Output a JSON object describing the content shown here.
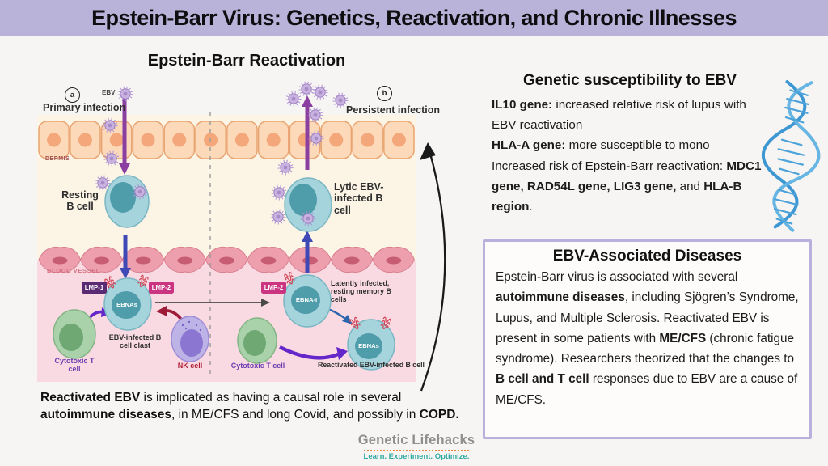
{
  "colors": {
    "banner_purple": "#b9b2d9",
    "box_border_purple": "#b9b1dc",
    "logo_gray": "#8e8e8e",
    "logo_teal": "#2fa8a2",
    "logo_orange": "#e8833a",
    "lmp1_badge": "#5a2a72",
    "lmp2_badge": "#cb3480",
    "t_cell_label": "#6b3fb0",
    "nk_label": "#b01e35",
    "vessel_label": "#d4707f",
    "dermis_label": "#a05252",
    "dna_blue": "#4da3d9"
  },
  "banner": {
    "title": "Epstein-Barr Virus: Genetics, Reactivation, and Chronic Illnesses"
  },
  "diagram": {
    "title": "Epstein-Barr Reactivation",
    "marker_a": "a",
    "marker_b": "b",
    "ebv_label": "EBV",
    "primary_infection": "Primary infection",
    "persistent_infection": "Persistent infection",
    "dermis": "DERMIS",
    "blood_vessel": "BLOOD VESSEL",
    "resting_b_cell": "Resting\nB cell",
    "lytic_b_cell": "Lytic EBV-\ninfected B\ncell",
    "lmp1": "LMP-1",
    "lmp2_left": "LMP-2",
    "lmp2_right": "LMP-2",
    "ebnas_left": "EBNAs",
    "ebna_i": "EBNA-I",
    "ebnas_reactivated": "EBNAs",
    "infected_blast": "EBV-infected B\ncell clast",
    "cytotoxic_t_left": "Cytotoxic T\ncell",
    "nk_cell": "NK cell",
    "cytotoxic_t_right": "Cytotoxic T cell",
    "latently_infected": "Latently infected,\nresting memory B\ncells",
    "reactivated_b_cell": "Reactivated EBV-infected B cell"
  },
  "genetic": {
    "title": "Genetic susceptibility to EBV",
    "p1": [
      {
        "t": "IL10 gene:",
        "b": true
      },
      {
        "t": " increased relative risk of lupus with EBV reactivation",
        "b": false
      }
    ],
    "p2": [
      {
        "t": "HLA-A gene:",
        "b": true
      },
      {
        "t": " more susceptible to mono",
        "b": false
      }
    ],
    "p3": [
      {
        "t": "Increased risk of Epstein-Barr reactivation: ",
        "b": false
      },
      {
        "t": "MDC1 gene, RAD54L gene, LIG3 gene,",
        "b": true
      },
      {
        "t": " and ",
        "b": false
      },
      {
        "t": "HLA-B region",
        "b": true
      },
      {
        "t": ".",
        "b": false
      }
    ]
  },
  "ebv_box": {
    "title": "EBV-Associated Diseases",
    "body": [
      {
        "t": "Epstein-Barr virus is associated with several ",
        "b": false
      },
      {
        "t": "autoimmune diseases",
        "b": true
      },
      {
        "t": ", including Sjögren’s Syndrome, Lupus, and Multiple Sclerosis. Reactivated EBV is present in some patients with ",
        "b": false
      },
      {
        "t": "ME/CFS",
        "b": true
      },
      {
        "t": " (chronic fatigue syndrome). Researchers  theorized that the changes to ",
        "b": false
      },
      {
        "t": "B cell and T cell",
        "b": true
      },
      {
        "t": " responses due to EBV are a cause of ME/CFS.",
        "b": false
      }
    ]
  },
  "bottom_note": [
    {
      "t": "Reactivated EBV",
      "b": true
    },
    {
      "t": " is implicated as having a causal role in several ",
      "b": false
    },
    {
      "t": "autoimmune diseases",
      "b": true
    },
    {
      "t": ", in ME/CFS and long Covid, and possibly in ",
      "b": false
    },
    {
      "t": "COPD.",
      "b": true
    }
  ],
  "logo": {
    "name": "Genetic Lifehacks",
    "tagline": "Learn. Experiment. Optimize."
  }
}
